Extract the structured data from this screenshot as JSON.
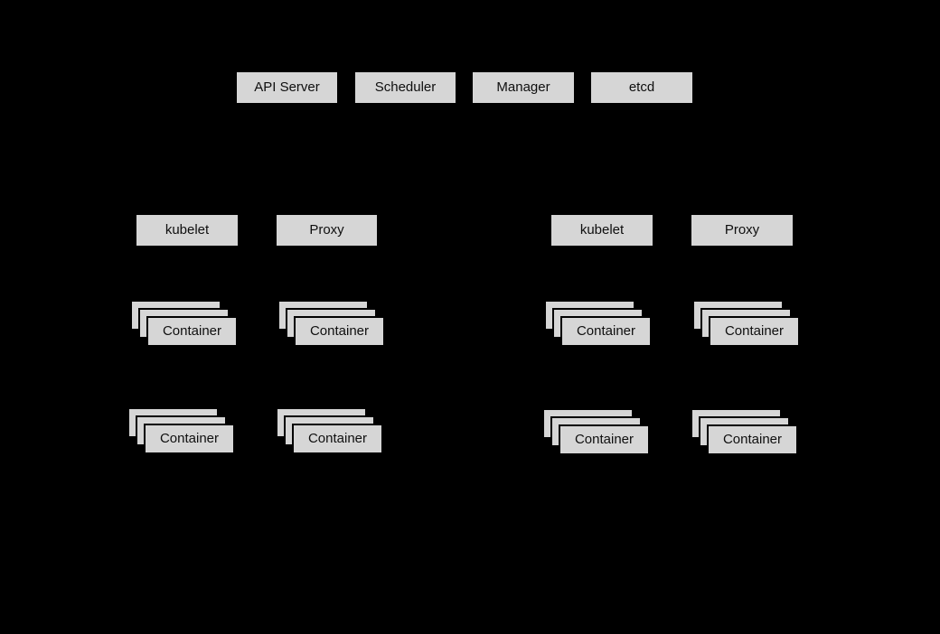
{
  "colors": {
    "background": "#000000",
    "box_fill": "#d6d6d6",
    "box_text": "#0f0f0f"
  },
  "master": {
    "components": [
      {
        "label": "API Server"
      },
      {
        "label": "Scheduler"
      },
      {
        "label": "Manager"
      },
      {
        "label": "etcd"
      }
    ]
  },
  "nodes": [
    {
      "kubelet": {
        "label": "kubelet"
      },
      "proxy": {
        "label": "Proxy"
      },
      "containers": [
        {
          "label": "Container"
        },
        {
          "label": "Container"
        },
        {
          "label": "Container"
        },
        {
          "label": "Container"
        }
      ]
    },
    {
      "kubelet": {
        "label": "kubelet"
      },
      "proxy": {
        "label": "Proxy"
      },
      "containers": [
        {
          "label": "Container"
        },
        {
          "label": "Container"
        },
        {
          "label": "Container"
        },
        {
          "label": "Container"
        }
      ]
    }
  ]
}
